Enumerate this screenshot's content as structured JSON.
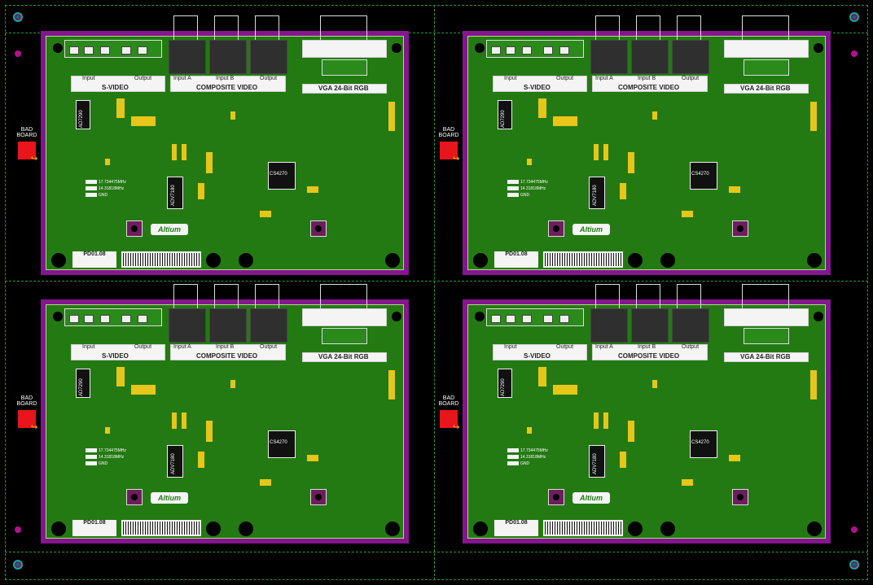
{
  "colors": {
    "background": "#000000",
    "pcb_green": "#237a12",
    "rail_purple": "#84168e",
    "silkscreen": "#f4f4f4",
    "pad_yellow": "#e8c51a",
    "bad_board_red": "#e8151b",
    "panel_dashed": "#1f9a3a",
    "fiducial_teal": "#1aa59c"
  },
  "board": {
    "svideo_label": "S-VIDEO",
    "svideo_input": "Input",
    "svideo_output": "Output",
    "composite_label": "COMPOSITE VIDEO",
    "composite_input_a": "Input A",
    "composite_input_b": "Input B",
    "composite_output": "Output",
    "vga_label": "VGA 24-Bit RGB",
    "bad_board_line1": "BAD",
    "bad_board_line2": "BOARD",
    "logo_text": "Altium",
    "part_number": "PD01.08",
    "freq_1": "17.734475MHz",
    "freq_2": "14.31818MHz",
    "freq_3": "GND",
    "ic_1": "AD7290",
    "ic_2": "CS4270",
    "ic_3": "ADV7180"
  },
  "panel": {
    "boards": [
      {
        "id": "board-top-left"
      },
      {
        "id": "board-top-right"
      },
      {
        "id": "board-bottom-left"
      },
      {
        "id": "board-bottom-right"
      }
    ]
  }
}
